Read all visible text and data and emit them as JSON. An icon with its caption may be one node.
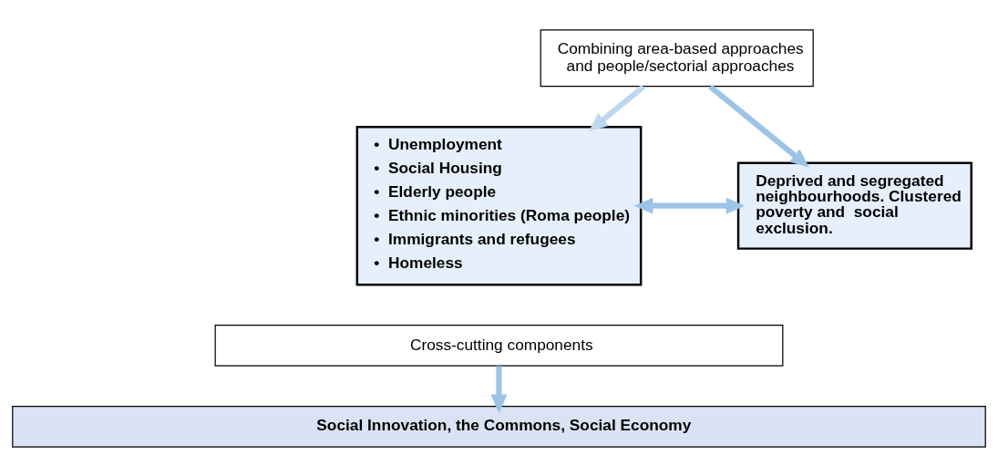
{
  "diagram": {
    "nodes": [
      {
        "text": [
          "Combining area-based approaches and people/sectorial approaches"
        ]
      },
      {
        "text": [
          "•  Unemployment",
          "•  Social Housing",
          "•  Elderly people",
          "•  Ethnic minorities (Roma people)",
          "•  Immigrants and refugees",
          "•  Homeless"
        ]
      },
      {
        "text": [
          "Deprived and segregated neighbourhoods. Clustered poverty and  social exclusion."
        ]
      },
      {
        "text": [
          "Cross-cutting components"
        ]
      },
      {
        "text": [
          "Social Innovation, the Commons, Social Economy"
        ]
      }
    ],
    "edges": [
      {
        "from": 0,
        "to": 1,
        "arrow": "to",
        "color": "#bdd7ee"
      },
      {
        "from": 0,
        "to": 2,
        "arrow": "to"
      },
      {
        "from": 1,
        "to": 2,
        "arrow": "both"
      },
      {
        "from": 3,
        "to": 4,
        "arrow": "to"
      }
    ]
  }
}
